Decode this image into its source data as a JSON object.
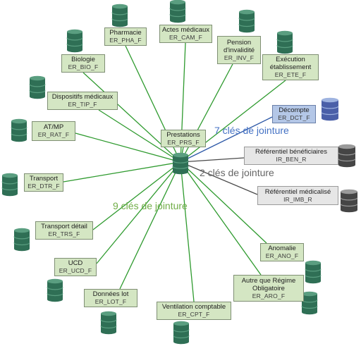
{
  "colors": {
    "green_line": "#2e9a2e",
    "blue_line": "#2f5aa8",
    "gray_line": "#4a4a4a",
    "db_green_top": "#5a9e80",
    "db_green_body": "#2f6f55",
    "db_blue_top": "#9eb3e0",
    "db_blue_body": "#4a5fa8",
    "db_gray_top": "#9a9a9a",
    "db_gray_body": "#454545"
  },
  "center": {
    "label": "Prestations",
    "code": "ER_PRS_F"
  },
  "join_labels": {
    "blue": "7 clés de jointure",
    "gray": "2 clés de jointure",
    "green": "9 clés de jointure"
  },
  "nodes": [
    {
      "id": "pharmacie",
      "label": "Pharmacie",
      "code": "ER_PHA_F",
      "color": "green"
    },
    {
      "id": "actes-medicaux",
      "label": "Actes médicaux",
      "code": "ER_CAM_F",
      "color": "green"
    },
    {
      "id": "pension-invalidite",
      "label": "Pension d'invalidité",
      "code": "ER_INV_F",
      "color": "green"
    },
    {
      "id": "execution-etablissement",
      "label": "Exécution établissement",
      "code": "ER_ETE_F",
      "color": "green"
    },
    {
      "id": "biologie",
      "label": "Biologie",
      "code": "ER_BIO_F",
      "color": "green"
    },
    {
      "id": "dispositifs-medicaux",
      "label": "Dispositifs médicaux",
      "code": "ER_TIP_F",
      "color": "green"
    },
    {
      "id": "decompte",
      "label": "Décompte",
      "code": "ER_DCT_F",
      "color": "blue"
    },
    {
      "id": "at-mp",
      "label": "AT/MP",
      "code": "ER_RAT_F",
      "color": "green"
    },
    {
      "id": "referentiel-beneficiaires",
      "label": "Référentiel bénéficiaires",
      "code": "IR_BEN_R",
      "color": "gray"
    },
    {
      "id": "transport",
      "label": "Transport",
      "code": "ER_DTR_F",
      "color": "green"
    },
    {
      "id": "referentiel-medicalise",
      "label": "Référentiel médicalisé",
      "code": "IR_IMB_R",
      "color": "gray"
    },
    {
      "id": "transport-detail",
      "label": "Transport détail",
      "code": "ER_TRS_F",
      "color": "green"
    },
    {
      "id": "anomalie",
      "label": "Anomalie",
      "code": "ER_ANO_F",
      "color": "green"
    },
    {
      "id": "ucd",
      "label": "UCD",
      "code": "ER_UCD_F",
      "color": "green"
    },
    {
      "id": "autre-regime",
      "label": "Autre que Régime Obligatoire",
      "code": "ER_ARO_F",
      "color": "green"
    },
    {
      "id": "donnees-lot",
      "label": "Données lot",
      "code": "ER_LOT_F",
      "color": "green"
    },
    {
      "id": "ventilation-comptable",
      "label": "Ventilation comptable",
      "code": "ER_CPT_F",
      "color": "green"
    }
  ]
}
